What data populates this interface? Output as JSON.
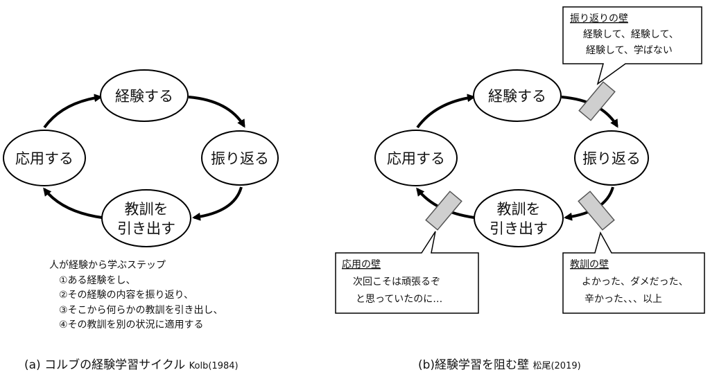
{
  "left": {
    "nodes": {
      "experience": "経験する",
      "reflect": "振り返る",
      "lesson_line1": "教訓を",
      "lesson_line2": "引き出す",
      "apply": "応用する"
    },
    "steps": [
      "人が経験から学ぶステップ",
      "①ある経験をし、",
      "②その経験の内容を振り返り、",
      "③そこから何らかの教訓を引き出し、",
      "④その教訓を別の状況に適用する"
    ],
    "caption": "(a) コルブの経験学習サイクル",
    "citation": "Kolb(1984)"
  },
  "right": {
    "nodes": {
      "experience": "経験する",
      "reflect": "振り返る",
      "lesson_line1": "教訓を",
      "lesson_line2": "引き出す",
      "apply": "応用する"
    },
    "walls": {
      "reflection": {
        "title": "振り返りの壁",
        "line1": "経験して、経験して、",
        "line2": "経験して、学ばない"
      },
      "application": {
        "title": "応用の壁",
        "line1": "次回こそは頑張るぞ",
        "line2": "と思っていたのに…"
      },
      "lesson": {
        "title": "教訓の壁",
        "line1": "よかった、ダメだった、",
        "line2": "辛かった、、、以上"
      }
    },
    "caption": "(b)経験学習を阻む壁",
    "citation": "松尾(2019)"
  }
}
